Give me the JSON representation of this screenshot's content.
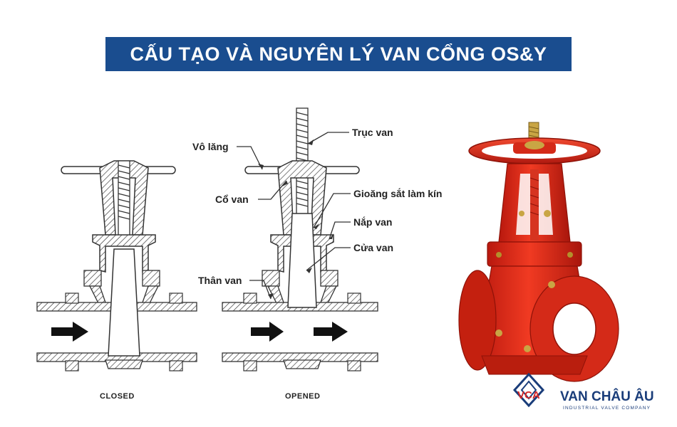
{
  "title": "CẤU TẠO VÀ NGUYÊN LÝ VAN CỔNG OS&Y",
  "labels": {
    "truc_van": "Trục van",
    "vo_lang": "Vô lăng",
    "co_van": "Cổ van",
    "gioang": "Gioăng sắt làm kín",
    "nap_van": "Nắp van",
    "cua_van": "Cửa van",
    "than_van": "Thân van"
  },
  "captions": {
    "closed": "CLOSED",
    "opened": "OPENED"
  },
  "logo": {
    "mark": "VCA",
    "name": "VAN CHÂU ÂU",
    "tagline": "INDUSTRIAL VALVE COMPANY"
  },
  "colors": {
    "banner": "#1a4d8f",
    "valve_red": "#e02a1a",
    "logo_blue": "#1a3d7a"
  }
}
